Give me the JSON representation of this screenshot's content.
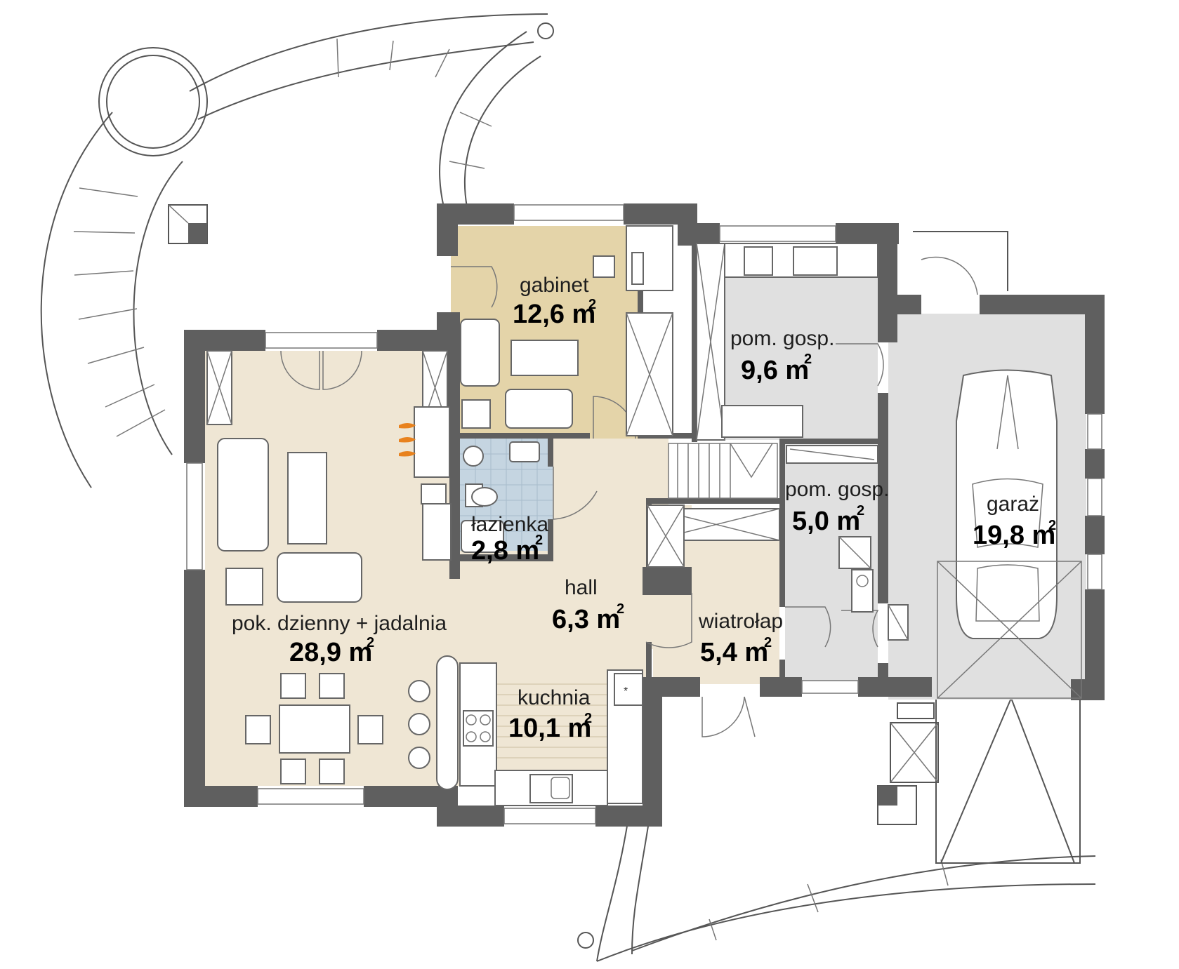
{
  "colors": {
    "wall": "#5f5f5f",
    "living_floor": "#efe6d4",
    "study_floor": "#e4d4a9",
    "bathroom_floor": "#c5d5e1",
    "utility_floor": "#e0e0e0",
    "garage_floor": "#e0e0e0",
    "kitchen_floor": "#ffffff",
    "hall_floor": "#efe6d4",
    "fireplace_flame": "#e8821e"
  },
  "rooms": [
    {
      "id": "gabinet",
      "name": "gabinet",
      "area": "12,6 m",
      "sup": "2"
    },
    {
      "id": "salon",
      "name": "pok. dzienny + jadalnia",
      "area": "28,9 m",
      "sup": "2"
    },
    {
      "id": "lazienka",
      "name": "łazienka",
      "area": "2,8 m",
      "sup": "2"
    },
    {
      "id": "hall",
      "name": "hall",
      "area": "6,3 m",
      "sup": "2"
    },
    {
      "id": "kuchnia",
      "name": "kuchnia",
      "area": "10,1 m",
      "sup": "2"
    },
    {
      "id": "wiatrolap",
      "name": "wiatrołap",
      "area": "5,4 m",
      "sup": "2"
    },
    {
      "id": "pom_gosp_1",
      "name": "pom. gosp.",
      "area": "9,6 m",
      "sup": "2"
    },
    {
      "id": "pom_gosp_2",
      "name": "pom. gosp.",
      "area": "5,0 m",
      "sup": "2"
    },
    {
      "id": "garaz",
      "name": "garaż",
      "area": "19,8 m",
      "sup": "2"
    }
  ],
  "icons": {
    "fireplace": "fireplace-icon",
    "car": "car-icon",
    "stove": "stove-icon",
    "sink": "sink-icon",
    "toilet": "toilet-icon"
  }
}
